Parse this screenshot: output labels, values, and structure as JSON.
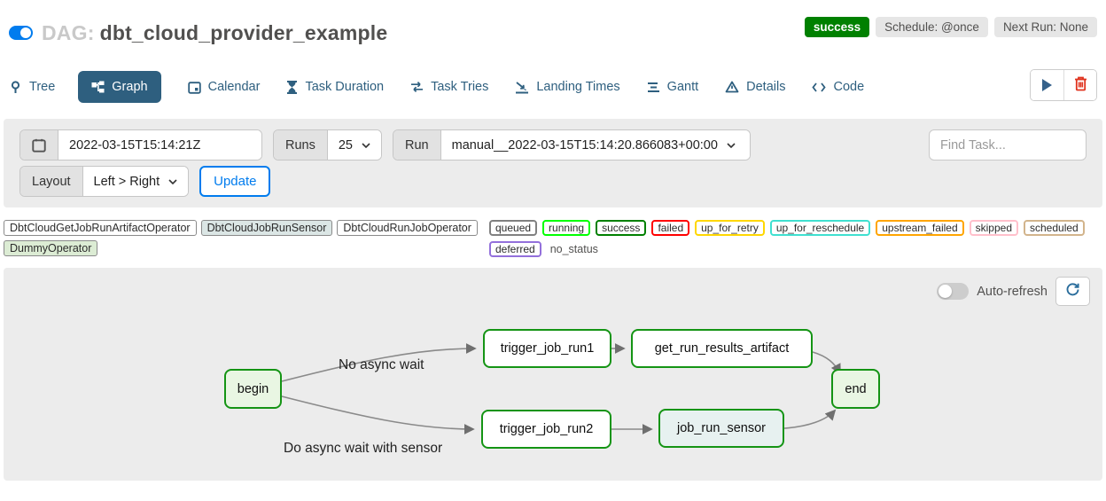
{
  "header": {
    "dag_label": "DAG:",
    "dag_name": "dbt_cloud_provider_example",
    "status": "success",
    "schedule": "Schedule: @once",
    "next_run": "Next Run: None"
  },
  "tabs": {
    "items": [
      {
        "label": "Tree",
        "icon": "tree-icon",
        "active": false
      },
      {
        "label": "Graph",
        "icon": "graph-icon",
        "active": true
      },
      {
        "label": "Calendar",
        "icon": "calendar-icon",
        "active": false
      },
      {
        "label": "Task Duration",
        "icon": "hourglass-icon",
        "active": false
      },
      {
        "label": "Task Tries",
        "icon": "repeat-icon",
        "active": false
      },
      {
        "label": "Landing Times",
        "icon": "landing-icon",
        "active": false
      },
      {
        "label": "Gantt",
        "icon": "gantt-icon",
        "active": false
      },
      {
        "label": "Details",
        "icon": "details-icon",
        "active": false
      },
      {
        "label": "Code",
        "icon": "code-icon",
        "active": false
      }
    ],
    "actions": [
      {
        "name": "trigger-dag",
        "icon": "play-icon"
      },
      {
        "name": "delete-dag",
        "icon": "trash-icon"
      }
    ]
  },
  "filters": {
    "base_date": "2022-03-15T15:14:21Z",
    "runs_label": "Runs",
    "runs_value": "25",
    "run_label": "Run",
    "run_value": "manual__2022-03-15T15:14:20.866083+00:00",
    "find_task_placeholder": "Find Task...",
    "layout_label": "Layout",
    "layout_value": "Left > Right",
    "update_label": "Update"
  },
  "legend": {
    "operators": [
      {
        "label": "DbtCloudGetJobRunArtifactOperator",
        "bg": "#ffffff"
      },
      {
        "label": "DbtCloudJobRunSensor",
        "bg": "#dbe6e5"
      },
      {
        "label": "DbtCloudRunJobOperator",
        "bg": "#ffffff"
      },
      {
        "label": "DummyOperator",
        "bg": "#dcecd4"
      }
    ],
    "states": [
      {
        "label": "queued",
        "color": "#808080"
      },
      {
        "label": "running",
        "color": "#00ff00"
      },
      {
        "label": "success",
        "color": "#008000"
      },
      {
        "label": "failed",
        "color": "#ff0000"
      },
      {
        "label": "up_for_retry",
        "color": "#ffd700"
      },
      {
        "label": "up_for_reschedule",
        "color": "#40e0d0"
      },
      {
        "label": "upstream_failed",
        "color": "#ffa500"
      },
      {
        "label": "skipped",
        "color": "#ffc0cb"
      },
      {
        "label": "scheduled",
        "color": "#d2b48c"
      },
      {
        "label": "deferred",
        "color": "#9370db"
      }
    ],
    "no_status_label": "no_status"
  },
  "graph": {
    "auto_refresh_label": "Auto-refresh",
    "nodes": [
      {
        "id": "begin",
        "label": "begin",
        "fill": "#e9f6e3",
        "state": "success"
      },
      {
        "id": "trigger_job_run1",
        "label": "trigger_job_run1",
        "fill": "#ffffff",
        "state": "success"
      },
      {
        "id": "get_run_results_artifact",
        "label": "get_run_results_artifact",
        "fill": "#ffffff",
        "state": "success"
      },
      {
        "id": "trigger_job_run2",
        "label": "trigger_job_run2",
        "fill": "#ffffff",
        "state": "success"
      },
      {
        "id": "job_run_sensor",
        "label": "job_run_sensor",
        "fill": "#e7f1f0",
        "state": "success"
      },
      {
        "id": "end",
        "label": "end",
        "fill": "#e9f6e3",
        "state": "success"
      }
    ],
    "edges": [
      {
        "from": "begin",
        "to": "trigger_job_run1",
        "label": "No async wait"
      },
      {
        "from": "begin",
        "to": "trigger_job_run2",
        "label": "Do async wait with sensor"
      },
      {
        "from": "trigger_job_run1",
        "to": "get_run_results_artifact",
        "label": ""
      },
      {
        "from": "trigger_job_run2",
        "to": "job_run_sensor",
        "label": ""
      },
      {
        "from": "get_run_results_artifact",
        "to": "end",
        "label": ""
      },
      {
        "from": "job_run_sensor",
        "to": "end",
        "label": ""
      }
    ],
    "edge_labels": {
      "top": "No async wait",
      "bottom": "Do async wait with sensor"
    }
  },
  "colors": {
    "accent_blue": "#017cee",
    "active_tab": "#2e5f7f",
    "success_green": "#008000",
    "node_border": "#149414",
    "panel_gray": "#ececec",
    "trash_red": "#e0331e"
  }
}
